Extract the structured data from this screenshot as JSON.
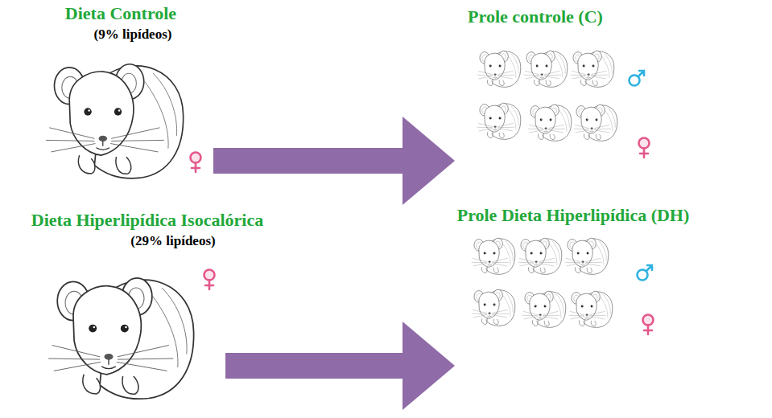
{
  "diagram": {
    "nodes": [
      {
        "text": [
          "Dieta Controle",
          "(9% lipídeos)"
        ]
      },
      {
        "text": [
          "Prole controle (C)"
        ]
      },
      {
        "text": [
          "Dieta Hiperlipídica Isocalórica",
          "(29% lipídeos)"
        ]
      },
      {
        "text": [
          "Prole Dieta Hiperlipídica (DH)"
        ]
      }
    ],
    "edges": [
      {
        "from": 0,
        "to": 1,
        "arrow": "to"
      },
      {
        "from": 2,
        "to": 3,
        "arrow": "to"
      }
    ]
  }
}
